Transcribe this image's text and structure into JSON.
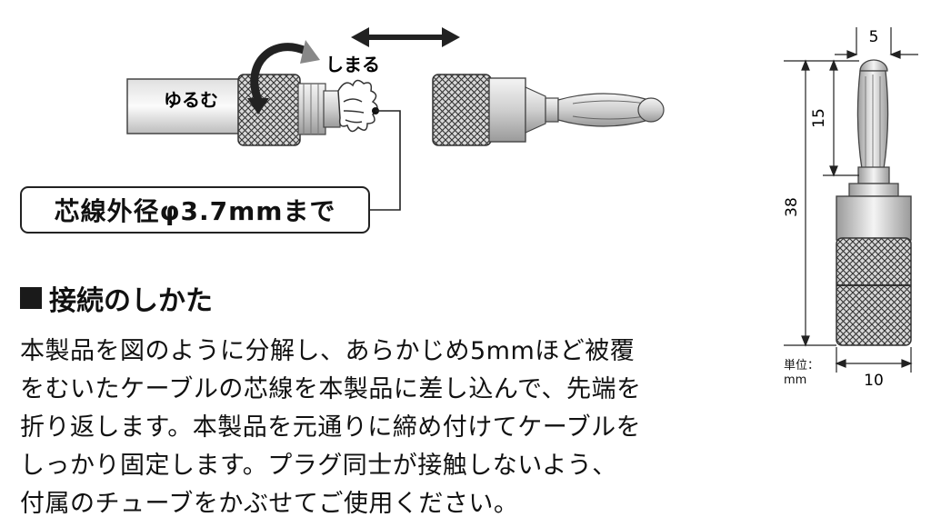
{
  "labels": {
    "loosen": "ゆるむ",
    "tighten": "しまる",
    "conductor_limit": "芯線外径φ3.7mmまで"
  },
  "section": {
    "title": "接続のしかた",
    "lines": [
      "本製品を図のように分解し、あらかじめ5mmほど被覆",
      "をむいたケーブルの芯線を本製品に差し込んで、先端を",
      "折り返します。本製品を元通りに締め付けてケーブルを",
      "しっかり固定します。プラグ同士が接触しないよう、",
      "付属のチューブをかぶせてご使用ください。"
    ]
  },
  "dimensions": {
    "tip_width": "5",
    "tip_length": "15",
    "total_length": "38",
    "body_width": "10",
    "unit_label": "単位：",
    "unit": "mm"
  }
}
